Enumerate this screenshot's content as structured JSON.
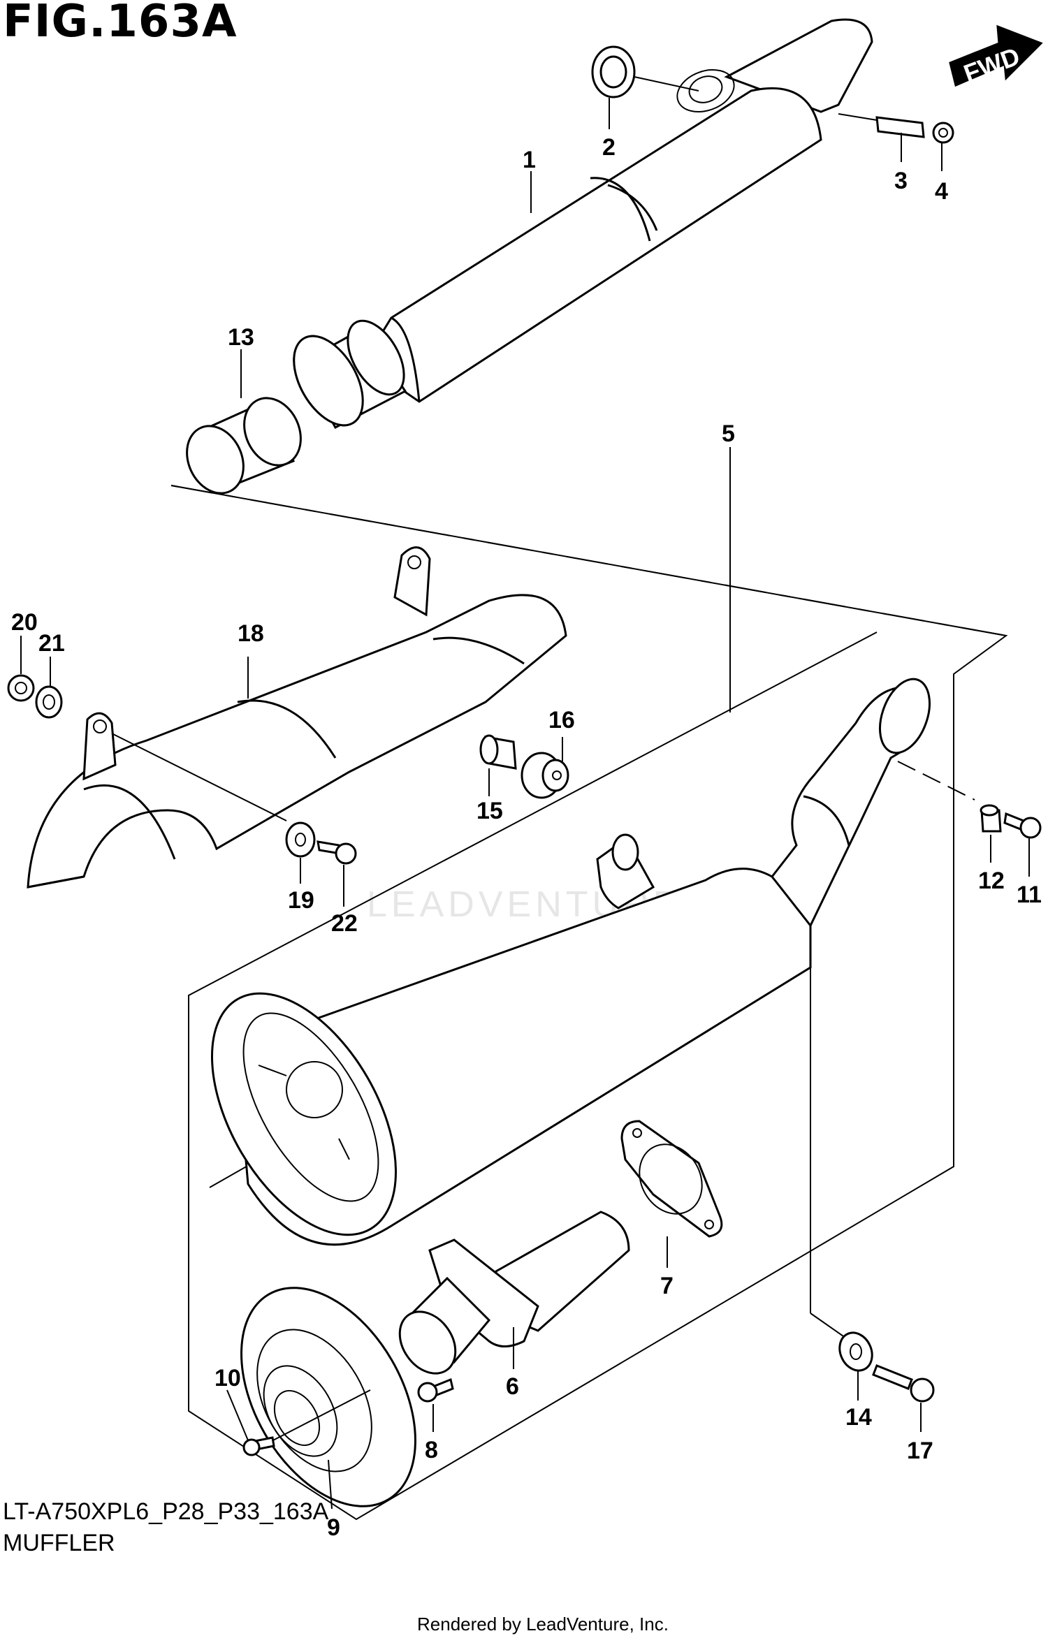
{
  "header": {
    "figure_title": "FIG.163A"
  },
  "footer": {
    "model_code": "LT-A750XPL6_P28_P33_163A",
    "section_name": "MUFFLER",
    "rendered_by": "Rendered by LeadVenture, Inc."
  },
  "direction_badge": {
    "label": "FWD"
  },
  "watermark": {
    "text": "LEADVENTURE"
  },
  "callouts": [
    "1",
    "2",
    "3",
    "4",
    "5",
    "6",
    "7",
    "8",
    "9",
    "10",
    "11",
    "12",
    "13",
    "14",
    "15",
    "16",
    "17",
    "18",
    "19",
    "20",
    "21",
    "22"
  ]
}
